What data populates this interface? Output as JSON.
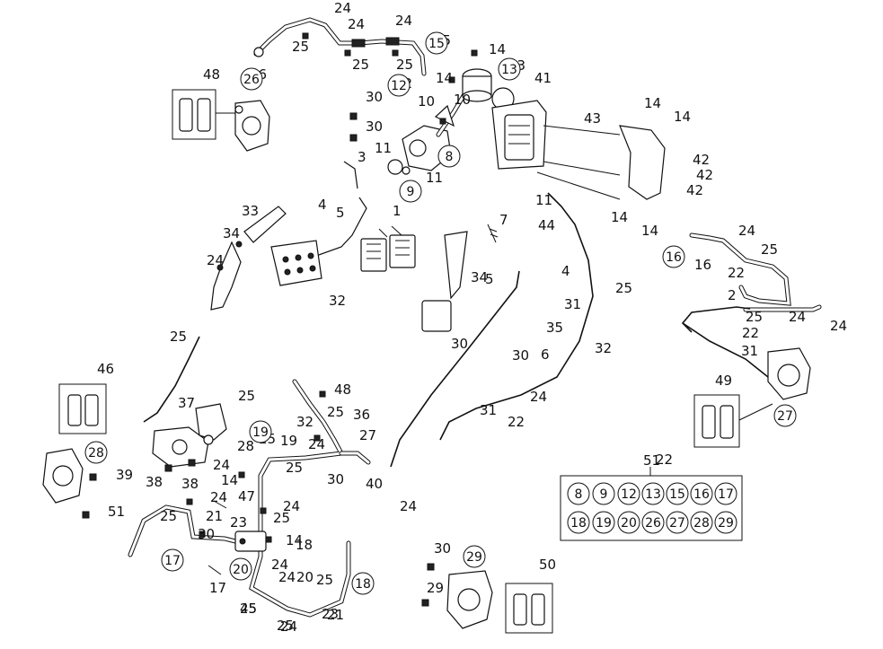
{
  "callouts": [
    {
      "text": "24"
    },
    {
      "text": "24"
    },
    {
      "text": "24"
    },
    {
      "text": "25"
    },
    {
      "text": "25"
    },
    {
      "text": "25"
    },
    {
      "text": "15"
    },
    {
      "text": "14"
    },
    {
      "text": "13"
    },
    {
      "text": "14"
    },
    {
      "text": "12"
    },
    {
      "text": "41"
    },
    {
      "text": "48"
    },
    {
      "text": "26"
    },
    {
      "text": "30"
    },
    {
      "text": "10"
    },
    {
      "text": "10"
    },
    {
      "text": "30"
    },
    {
      "text": "43"
    },
    {
      "text": "14"
    },
    {
      "text": "14"
    },
    {
      "text": "11"
    },
    {
      "text": "8"
    },
    {
      "text": "3"
    },
    {
      "text": "11"
    },
    {
      "text": "9"
    },
    {
      "text": "42"
    },
    {
      "text": "42"
    },
    {
      "text": "42"
    },
    {
      "text": "4"
    },
    {
      "text": "5"
    },
    {
      "text": "11"
    },
    {
      "text": "14"
    },
    {
      "text": "33"
    },
    {
      "text": "1"
    },
    {
      "text": "44"
    },
    {
      "text": "14"
    },
    {
      "text": "7"
    },
    {
      "text": "24"
    },
    {
      "text": "34"
    },
    {
      "text": "16"
    },
    {
      "text": "25"
    },
    {
      "text": "24"
    },
    {
      "text": "34"
    },
    {
      "text": "5"
    },
    {
      "text": "4"
    },
    {
      "text": "22"
    },
    {
      "text": "25"
    },
    {
      "text": "31"
    },
    {
      "text": "32"
    },
    {
      "text": "2"
    },
    {
      "text": "25"
    },
    {
      "text": "24"
    },
    {
      "text": "24"
    },
    {
      "text": "25"
    },
    {
      "text": "35"
    },
    {
      "text": "22"
    },
    {
      "text": "30"
    },
    {
      "text": "6"
    },
    {
      "text": "32"
    },
    {
      "text": "31"
    },
    {
      "text": "30"
    },
    {
      "text": "46"
    },
    {
      "text": "49"
    },
    {
      "text": "48"
    },
    {
      "text": "25"
    },
    {
      "text": "37"
    },
    {
      "text": "36"
    },
    {
      "text": "25"
    },
    {
      "text": "24"
    },
    {
      "text": "31"
    },
    {
      "text": "22"
    },
    {
      "text": "32"
    },
    {
      "text": "25"
    },
    {
      "text": "27"
    },
    {
      "text": "19"
    },
    {
      "text": "24"
    },
    {
      "text": "28"
    },
    {
      "text": "24"
    },
    {
      "text": "25"
    },
    {
      "text": "38"
    },
    {
      "text": "38"
    },
    {
      "text": "14"
    },
    {
      "text": "30"
    },
    {
      "text": "40"
    },
    {
      "text": "39"
    },
    {
      "text": "22"
    },
    {
      "text": "24"
    },
    {
      "text": "47"
    },
    {
      "text": "24"
    },
    {
      "text": "51"
    },
    {
      "text": "25"
    },
    {
      "text": "21"
    },
    {
      "text": "14"
    },
    {
      "text": "30"
    },
    {
      "text": "24"
    },
    {
      "text": "25"
    },
    {
      "text": "23"
    },
    {
      "text": "24"
    },
    {
      "text": "45"
    },
    {
      "text": "24"
    },
    {
      "text": "23"
    },
    {
      "text": "30"
    },
    {
      "text": "29"
    },
    {
      "text": "50"
    },
    {
      "text": "17"
    },
    {
      "text": "20"
    },
    {
      "text": "25"
    },
    {
      "text": "18"
    },
    {
      "text": "24"
    },
    {
      "text": "25"
    },
    {
      "text": "25"
    },
    {
      "text": "21"
    },
    {
      "text": "30"
    },
    {
      "text": "24"
    },
    {
      "text": "24"
    },
    {
      "text": "24"
    }
  ],
  "circled_callouts": [
    {
      "text": "15"
    },
    {
      "text": "13"
    },
    {
      "text": "12"
    },
    {
      "text": "26"
    },
    {
      "text": "8"
    },
    {
      "text": "9"
    },
    {
      "text": "16"
    },
    {
      "text": "27"
    },
    {
      "text": "28"
    },
    {
      "text": "19"
    },
    {
      "text": "17"
    },
    {
      "text": "20"
    },
    {
      "text": "29"
    },
    {
      "text": "18"
    }
  ],
  "kit_box": {
    "label": "51",
    "row1": [
      "8",
      "9",
      "12",
      "13",
      "15",
      "16",
      "17"
    ],
    "row2": [
      "18",
      "19",
      "20",
      "26",
      "27",
      "28",
      "29"
    ]
  }
}
